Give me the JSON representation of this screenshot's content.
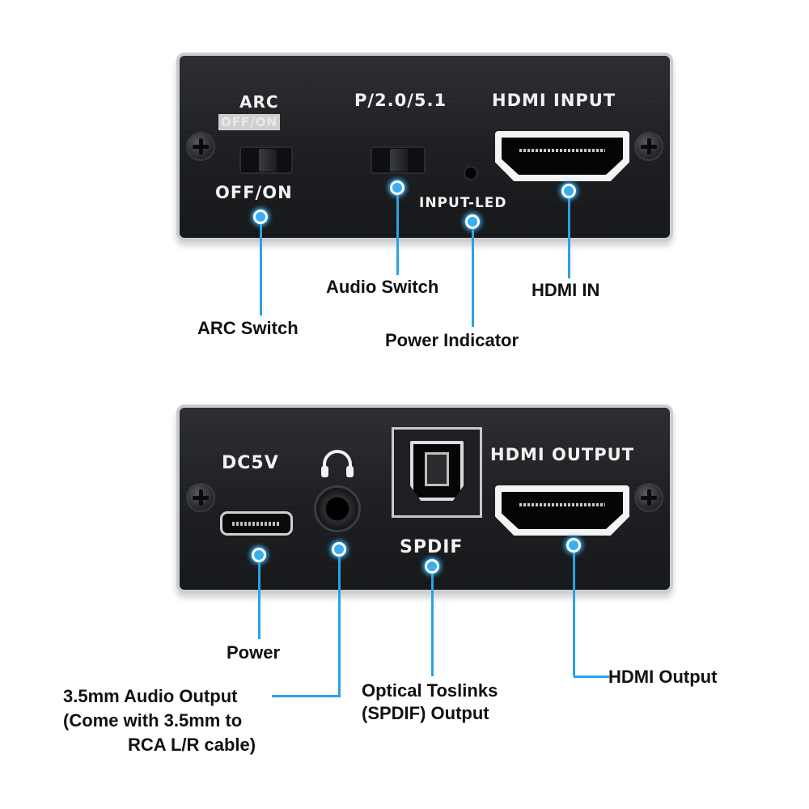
{
  "colors": {
    "accent_line": "#2aa2e6",
    "panel": "#1c1d20",
    "panel_border": "#c9ccd0",
    "label_text": "#111111"
  },
  "top_panel": {
    "arc_title": "ARC",
    "arc_ghost_text": "OFF/ON",
    "arc_switch_label": "OFF/ON",
    "audio_mode_label": "P/2.0/5.1",
    "hdmi_input_label": "HDMI INPUT",
    "input_led_label": "INPUT-LED"
  },
  "bottom_panel": {
    "dc_label": "DC5V",
    "spdif_label": "SPDIF",
    "hdmi_output_label": "HDMI OUTPUT"
  },
  "icons": {
    "screw": "screw-icon",
    "headphone": "headphone-icon"
  },
  "callouts": {
    "arc_switch": "ARC Switch",
    "audio_switch": "Audio Switch",
    "power_indicator": "Power Indicator",
    "hdmi_in": "HDMI IN",
    "power": "Power",
    "audio_output_line1": "3.5mm Audio Output",
    "audio_output_line2": "(Come with 3.5mm to",
    "audio_output_line3": "RCA L/R cable)",
    "optical_line1": "Optical Toslinks",
    "optical_line2": "(SPDIF) Output",
    "hdmi_output": "HDMI Output"
  }
}
